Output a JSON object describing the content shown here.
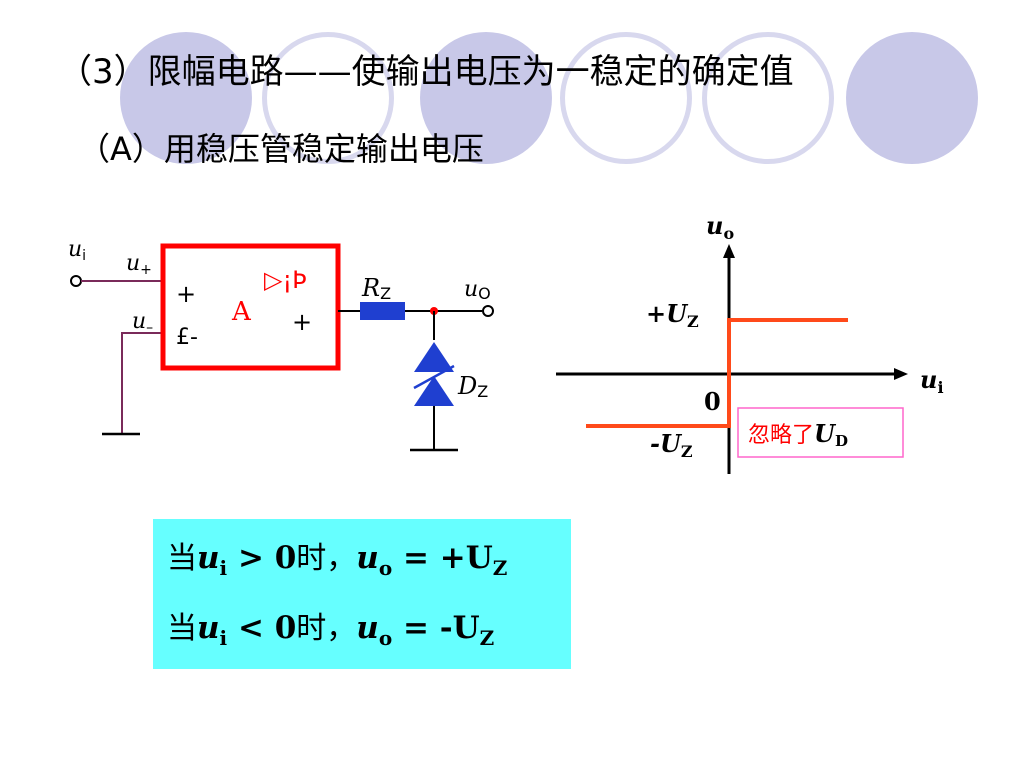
{
  "slide": {
    "title": "（3）限幅电路——使输出电压为一稳定的确定值",
    "subtitle": "（A）用稳压管稳定输出电压"
  },
  "circuit": {
    "ui_u": "u",
    "ui_sub": "i",
    "uplus_u": "u",
    "uplus_sub": "+",
    "uminus_u": "u",
    "uminus_sub": "–",
    "opamp_plus": "+",
    "opamp_minus": "£-",
    "opamp_gain": "A",
    "opamp_symbol": "▷¡Þ",
    "opamp_out_plus": "+",
    "rz_r": "R",
    "rz_sub": "Z",
    "uo_u": "u",
    "uo_sub": "O",
    "dz_d": "D",
    "dz_sub": "Z"
  },
  "graph": {
    "yaxis_u": "u",
    "yaxis_sub": "o",
    "xaxis_u": "u",
    "xaxis_sub": "i",
    "origin": "0",
    "pos_label_pre": "+U",
    "pos_label_sub": "Z",
    "neg_label_pre": "-U",
    "neg_label_sub": "Z",
    "note_cn": "忽略了",
    "note_u": "U",
    "note_sub": "D"
  },
  "equations": [
    {
      "pre": "当",
      "var": "u",
      "vsub": "i",
      "op": " > 0",
      "mid": "时，",
      "out": "u",
      "osub": "o",
      "rhs": " = +U",
      "rsub": "Z"
    },
    {
      "pre": "当",
      "var": "u",
      "vsub": "i",
      "op": " < 0",
      "mid": "时，",
      "out": "u",
      "osub": "o",
      "rhs": " = -U",
      "rsub": "Z"
    }
  ],
  "colors": {
    "circle_fill": "#c8c8e8",
    "opamp_border": "#ff0000",
    "wire": "#7a2a5a",
    "resistor": "#1f3fd0",
    "diode": "#1f3fd0",
    "transfer_curve": "#ff4a1a",
    "note_text": "#ff0000",
    "note_border": "#ff66cc",
    "equation_box": "#66ffff"
  }
}
